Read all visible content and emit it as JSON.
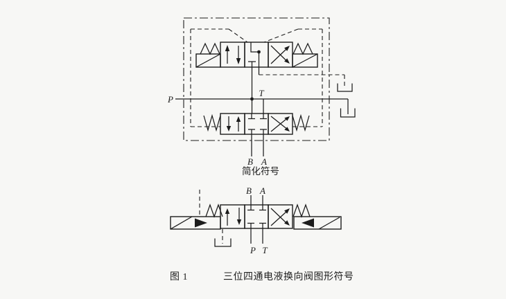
{
  "figure": {
    "detailed": {
      "port_p": "P",
      "port_t": "T",
      "port_b": "B",
      "port_a": "A"
    },
    "simplified": {
      "heading": "简化符号",
      "port_b": "B",
      "port_a": "A",
      "port_p": "P",
      "port_t": "T"
    },
    "caption": {
      "number": "图 1",
      "title": "三位四通电液换向阀图形符号"
    },
    "colors": {
      "ink": "#1c1c1c",
      "paper": "#f7f7f5"
    }
  }
}
